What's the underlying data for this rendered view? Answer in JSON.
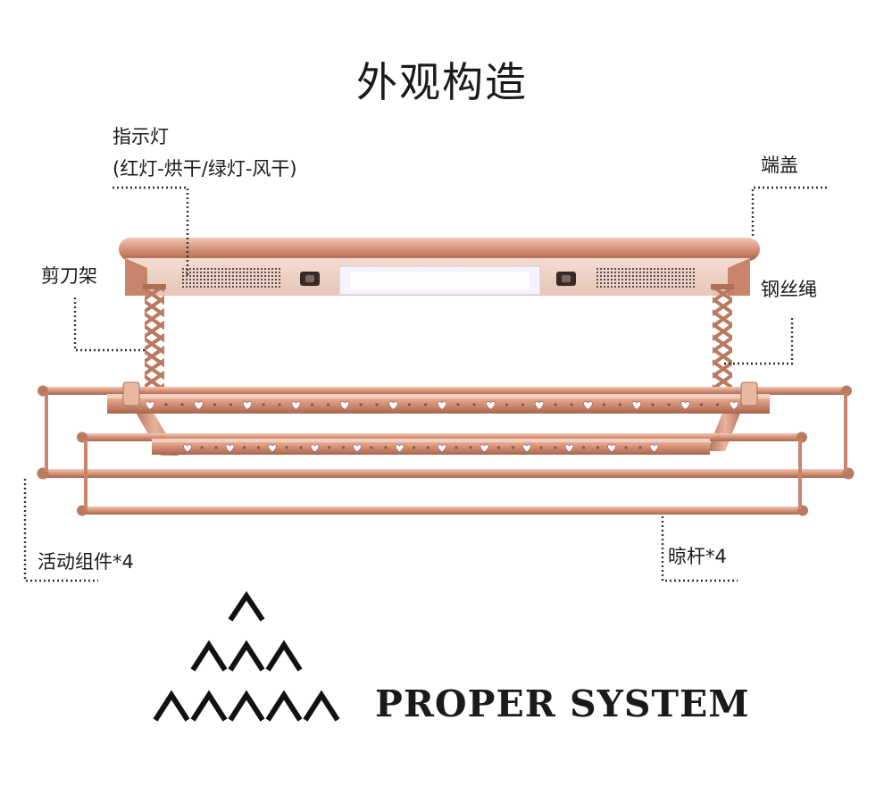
{
  "title": "外观构造",
  "labels": {
    "indicator_line1": "指示灯",
    "indicator_line2": "(红灯-烘干/绿灯-风干)",
    "end_cap": "端盖",
    "scissor_frame": "剪刀架",
    "steel_wire": "钢丝绳",
    "moving_assembly": "活动组件*4",
    "drying_rod": "晾杆*4"
  },
  "brand": {
    "name": "PROPER SYSTEM",
    "logo_icon": "chevron-triangle-logo-icon"
  },
  "colors": {
    "rose_gold": "#d8967c",
    "rose_gold_dark": "#b06e57",
    "rose_gold_light": "#f0c4b0",
    "light_panel": "#f7f2ff",
    "leader_line": "#333333"
  }
}
